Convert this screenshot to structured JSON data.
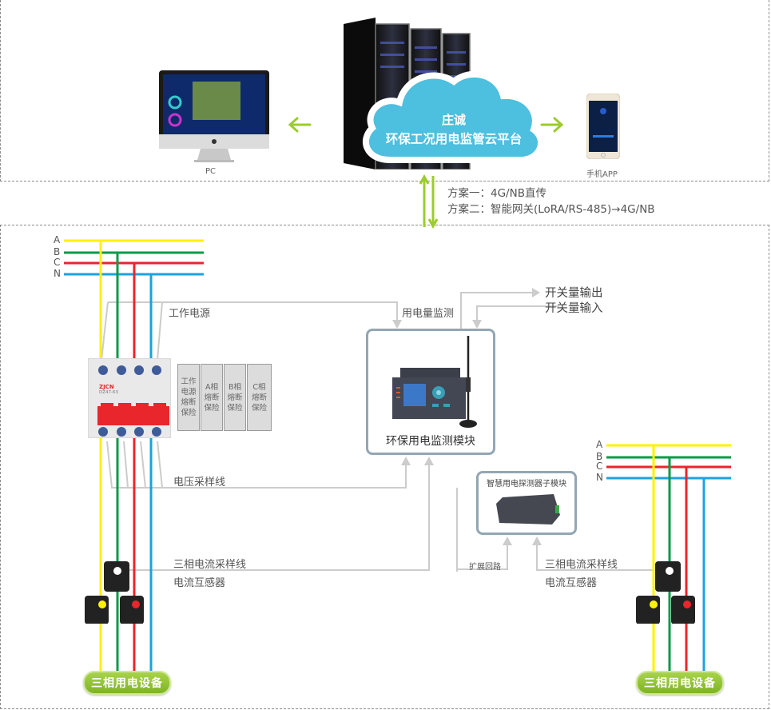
{
  "cloud": {
    "line1": "庄诚",
    "line2": "环保工况用电监管云平台",
    "color": "#4dbfdf"
  },
  "clients": {
    "pc_label": "PC",
    "phone_label": "手机APP"
  },
  "transmission": {
    "scheme1": "方案一：4G/NB直传",
    "scheme2": "方案二：智能网关(LoRA/RS-485)→4G/NB"
  },
  "phase_lines": {
    "labels": [
      "A",
      "B",
      "C",
      "N"
    ],
    "colors": {
      "A": "#fff200",
      "B": "#0a9a48",
      "C": "#e8262b",
      "N": "#1aa3e0"
    }
  },
  "breaker": {
    "brand": "ZJCN",
    "model": "DZ47-63"
  },
  "fuses": [
    "工作\n电源\n熔断\n保险",
    "A相\n熔断\n保险",
    "B相\n熔断\n保险",
    "C相\n熔断\n保险"
  ],
  "wiring_labels": {
    "work_power": "工作电源",
    "power_monitor": "用电量监测",
    "switch_out": "开关量输出",
    "switch_in": "开关量输入",
    "voltage_sampling": "电压采样线",
    "current_sampling_left": "三相电流采样线",
    "ct_left": "电流互感器",
    "expansion_loop": "扩展回路",
    "current_sampling_right": "三相电流采样线",
    "ct_right": "电流互感器"
  },
  "modules": {
    "main": "环保用电监测模块",
    "sub": "智慧用电探测器子模块"
  },
  "equipment": {
    "left": "三相用电设备",
    "right": "三相用电设备"
  },
  "accent_green": "#9ccc2c",
  "connector_gray": "#cccccc"
}
